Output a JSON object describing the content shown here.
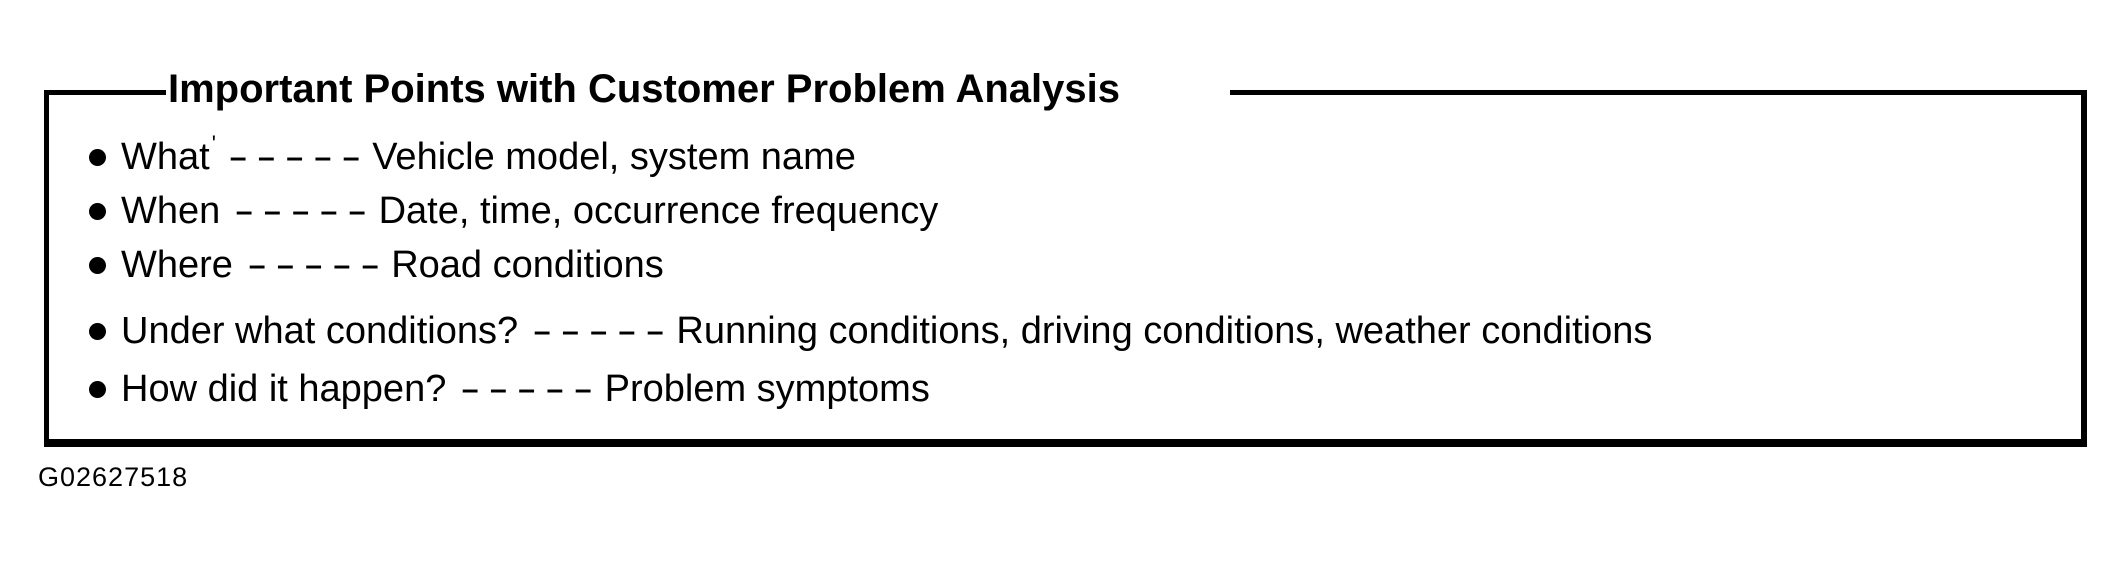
{
  "figure": {
    "title": "Important Points with Customer Problem Analysis",
    "list": [
      {
        "term": "What",
        "mark": "'",
        "dashes": "-----",
        "definition": "Vehicle model, system name"
      },
      {
        "term": "When",
        "mark": "",
        "dashes": "-----",
        "definition": "Date, time, occurrence frequency"
      },
      {
        "term": "Where",
        "mark": "",
        "dashes": "-----",
        "definition": "Road conditions"
      },
      {
        "term": "Under what conditions?",
        "mark": "",
        "dashes": "-----",
        "definition": "Running conditions, driving conditions, weather conditions"
      },
      {
        "term": "How did it happen?",
        "mark": "",
        "dashes": "-----",
        "definition": "Problem symptoms"
      }
    ],
    "figure_id": "G02627518"
  },
  "icons": {
    "bullet": "filled-circle"
  },
  "colors": {
    "ink": "#000000",
    "paper": "#ffffff"
  }
}
